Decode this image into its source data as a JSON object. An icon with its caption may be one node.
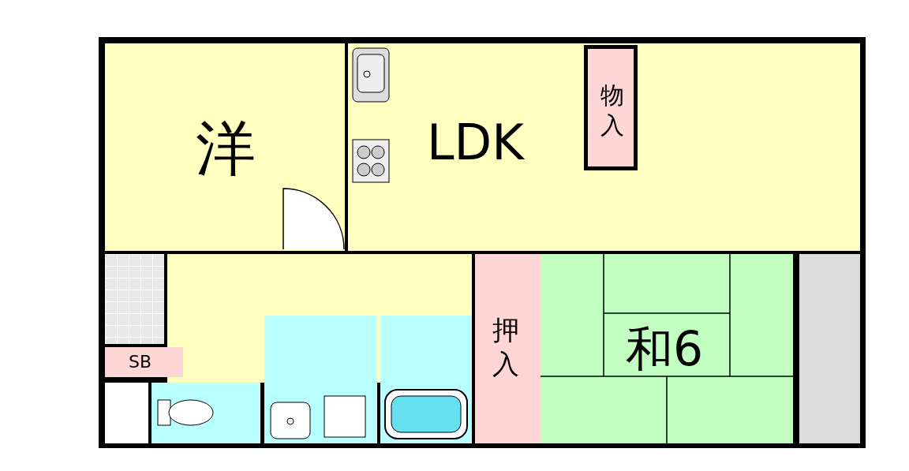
{
  "diagram": {
    "nodes": [
      {
        "text": [
          "洋"
        ]
      },
      {
        "text": [
          "LDK"
        ]
      },
      {
        "text": [
          "物入"
        ],
        "in": 1
      },
      {
        "text": [],
        "shape": "box"
      },
      {
        "text": [],
        "shape": "box"
      },
      {
        "text": [
          "SB"
        ]
      },
      {
        "text": [],
        "shape": "box"
      },
      {
        "text": [],
        "shape": "box"
      },
      {
        "text": [],
        "shape": "box"
      },
      {
        "text": [],
        "shape": "box"
      },
      {
        "text": [
          "押入"
        ]
      },
      {
        "text": [
          "和6"
        ]
      },
      {
        "text": [],
        "shape": "box"
      }
    ]
  }
}
